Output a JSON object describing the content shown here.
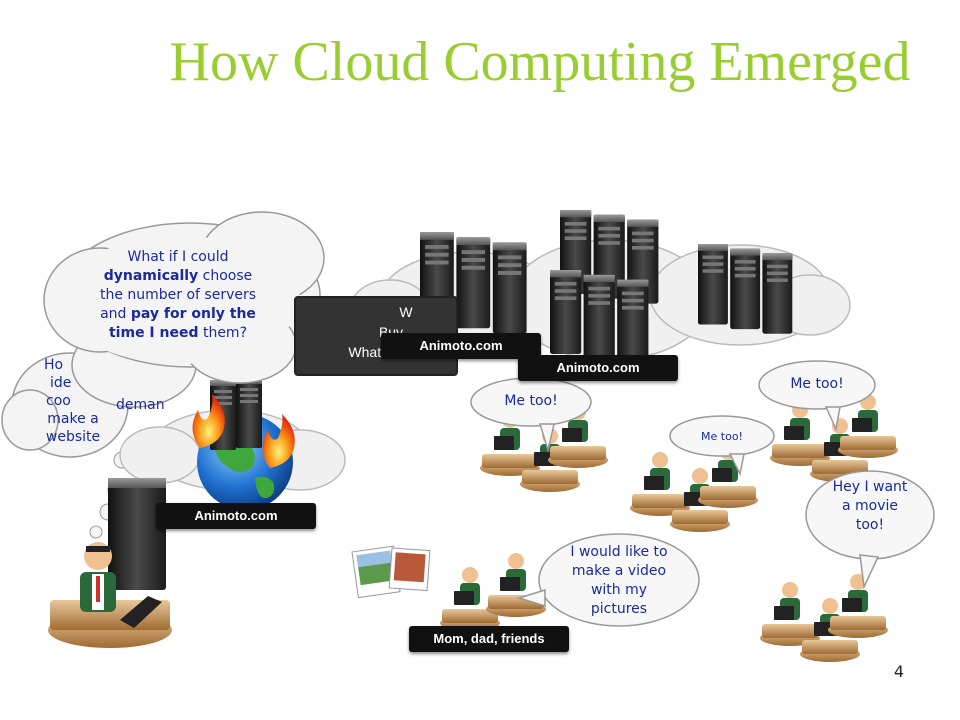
{
  "title": "How Cloud Computing Emerged",
  "thought_bubbles": {
    "dynamic": {
      "part1": "What if I could ",
      "bold1": "dynamically",
      "part2": " choose the number of servers and ",
      "bold2": "pay for only the time I need",
      "part3": " them?"
    },
    "idea_fragment": [
      "Ho",
      "ide",
      "coo",
      "make a",
      "website"
    ],
    "demand_fragment": "deman"
  },
  "dark_box_fragment": [
    "W",
    "Buy",
    "What if th"
  ],
  "labels": {
    "founder": "Animoto.com",
    "cluster_left": "Animoto.com",
    "cluster_right": "Animoto.com",
    "users": "Mom, dad, friends"
  },
  "speech": {
    "me_too_1": "Me too!",
    "me_too_2": "Me too!",
    "me_too_3": "Me too!",
    "pictures": "I would like to make a video with my pictures",
    "movie": "Hey I want a movie too!"
  },
  "page_number": "4",
  "colors": {
    "title": "#9acd32",
    "bubble_text": "#1a2a9c",
    "label_bar": "#111111"
  }
}
